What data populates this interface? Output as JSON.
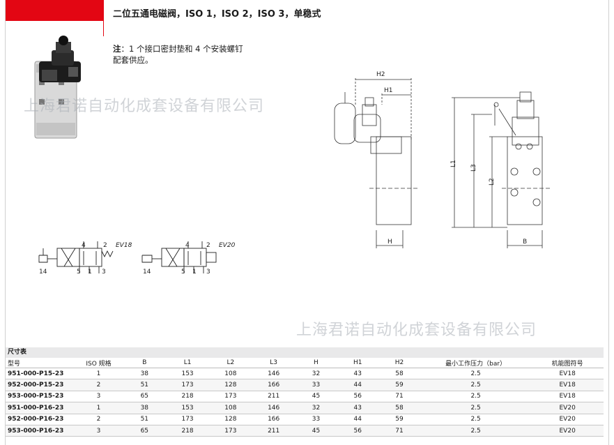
{
  "header": {
    "title": "二位五通电磁阀，ISO 1，ISO 2，ISO 3，单稳式"
  },
  "note": {
    "label": "注",
    "text_line1": "：1 个接口密封垫和 4 个安装螺钉",
    "text_line2": "配套供应。"
  },
  "watermark": {
    "text": "上海君诺自动化成套设备有限公司"
  },
  "symbols": {
    "ev18": {
      "code": "EV18",
      "ports_top": [
        "4",
        "2"
      ],
      "ports_bottom": [
        "5",
        "1",
        "3"
      ],
      "port_pilot": "14"
    },
    "ev20": {
      "code": "EV20",
      "ports_top": [
        "4",
        "2"
      ],
      "ports_bottom": [
        "5",
        "1",
        "3"
      ],
      "port_pilot": "14"
    }
  },
  "dimensions": {
    "h2": "H2",
    "h1": "H1",
    "h": "H",
    "l1": "L1",
    "l2": "L2",
    "l3": "L3",
    "b": "B"
  },
  "table": {
    "title": "尺寸表",
    "columns": [
      "型号",
      "ISO 规格",
      "B",
      "L1",
      "L2",
      "L3",
      "H",
      "H1",
      "H2",
      "最小工作压力（bar）",
      "机能图符号"
    ],
    "rows": [
      [
        "951-000-P15-23",
        "1",
        "38",
        "153",
        "108",
        "146",
        "32",
        "43",
        "58",
        "2.5",
        "EV18"
      ],
      [
        "952-000-P15-23",
        "2",
        "51",
        "173",
        "128",
        "166",
        "33",
        "44",
        "59",
        "2.5",
        "EV18"
      ],
      [
        "953-000-P15-23",
        "3",
        "65",
        "218",
        "173",
        "211",
        "45",
        "56",
        "71",
        "2.5",
        "EV18"
      ],
      [
        "951-000-P16-23",
        "1",
        "38",
        "153",
        "108",
        "146",
        "32",
        "43",
        "58",
        "2.5",
        "EV20"
      ],
      [
        "952-000-P16-23",
        "2",
        "51",
        "173",
        "128",
        "166",
        "33",
        "44",
        "59",
        "2.5",
        "EV20"
      ],
      [
        "953-000-P16-23",
        "3",
        "65",
        "218",
        "173",
        "211",
        "45",
        "56",
        "71",
        "2.5",
        "EV20"
      ]
    ]
  }
}
